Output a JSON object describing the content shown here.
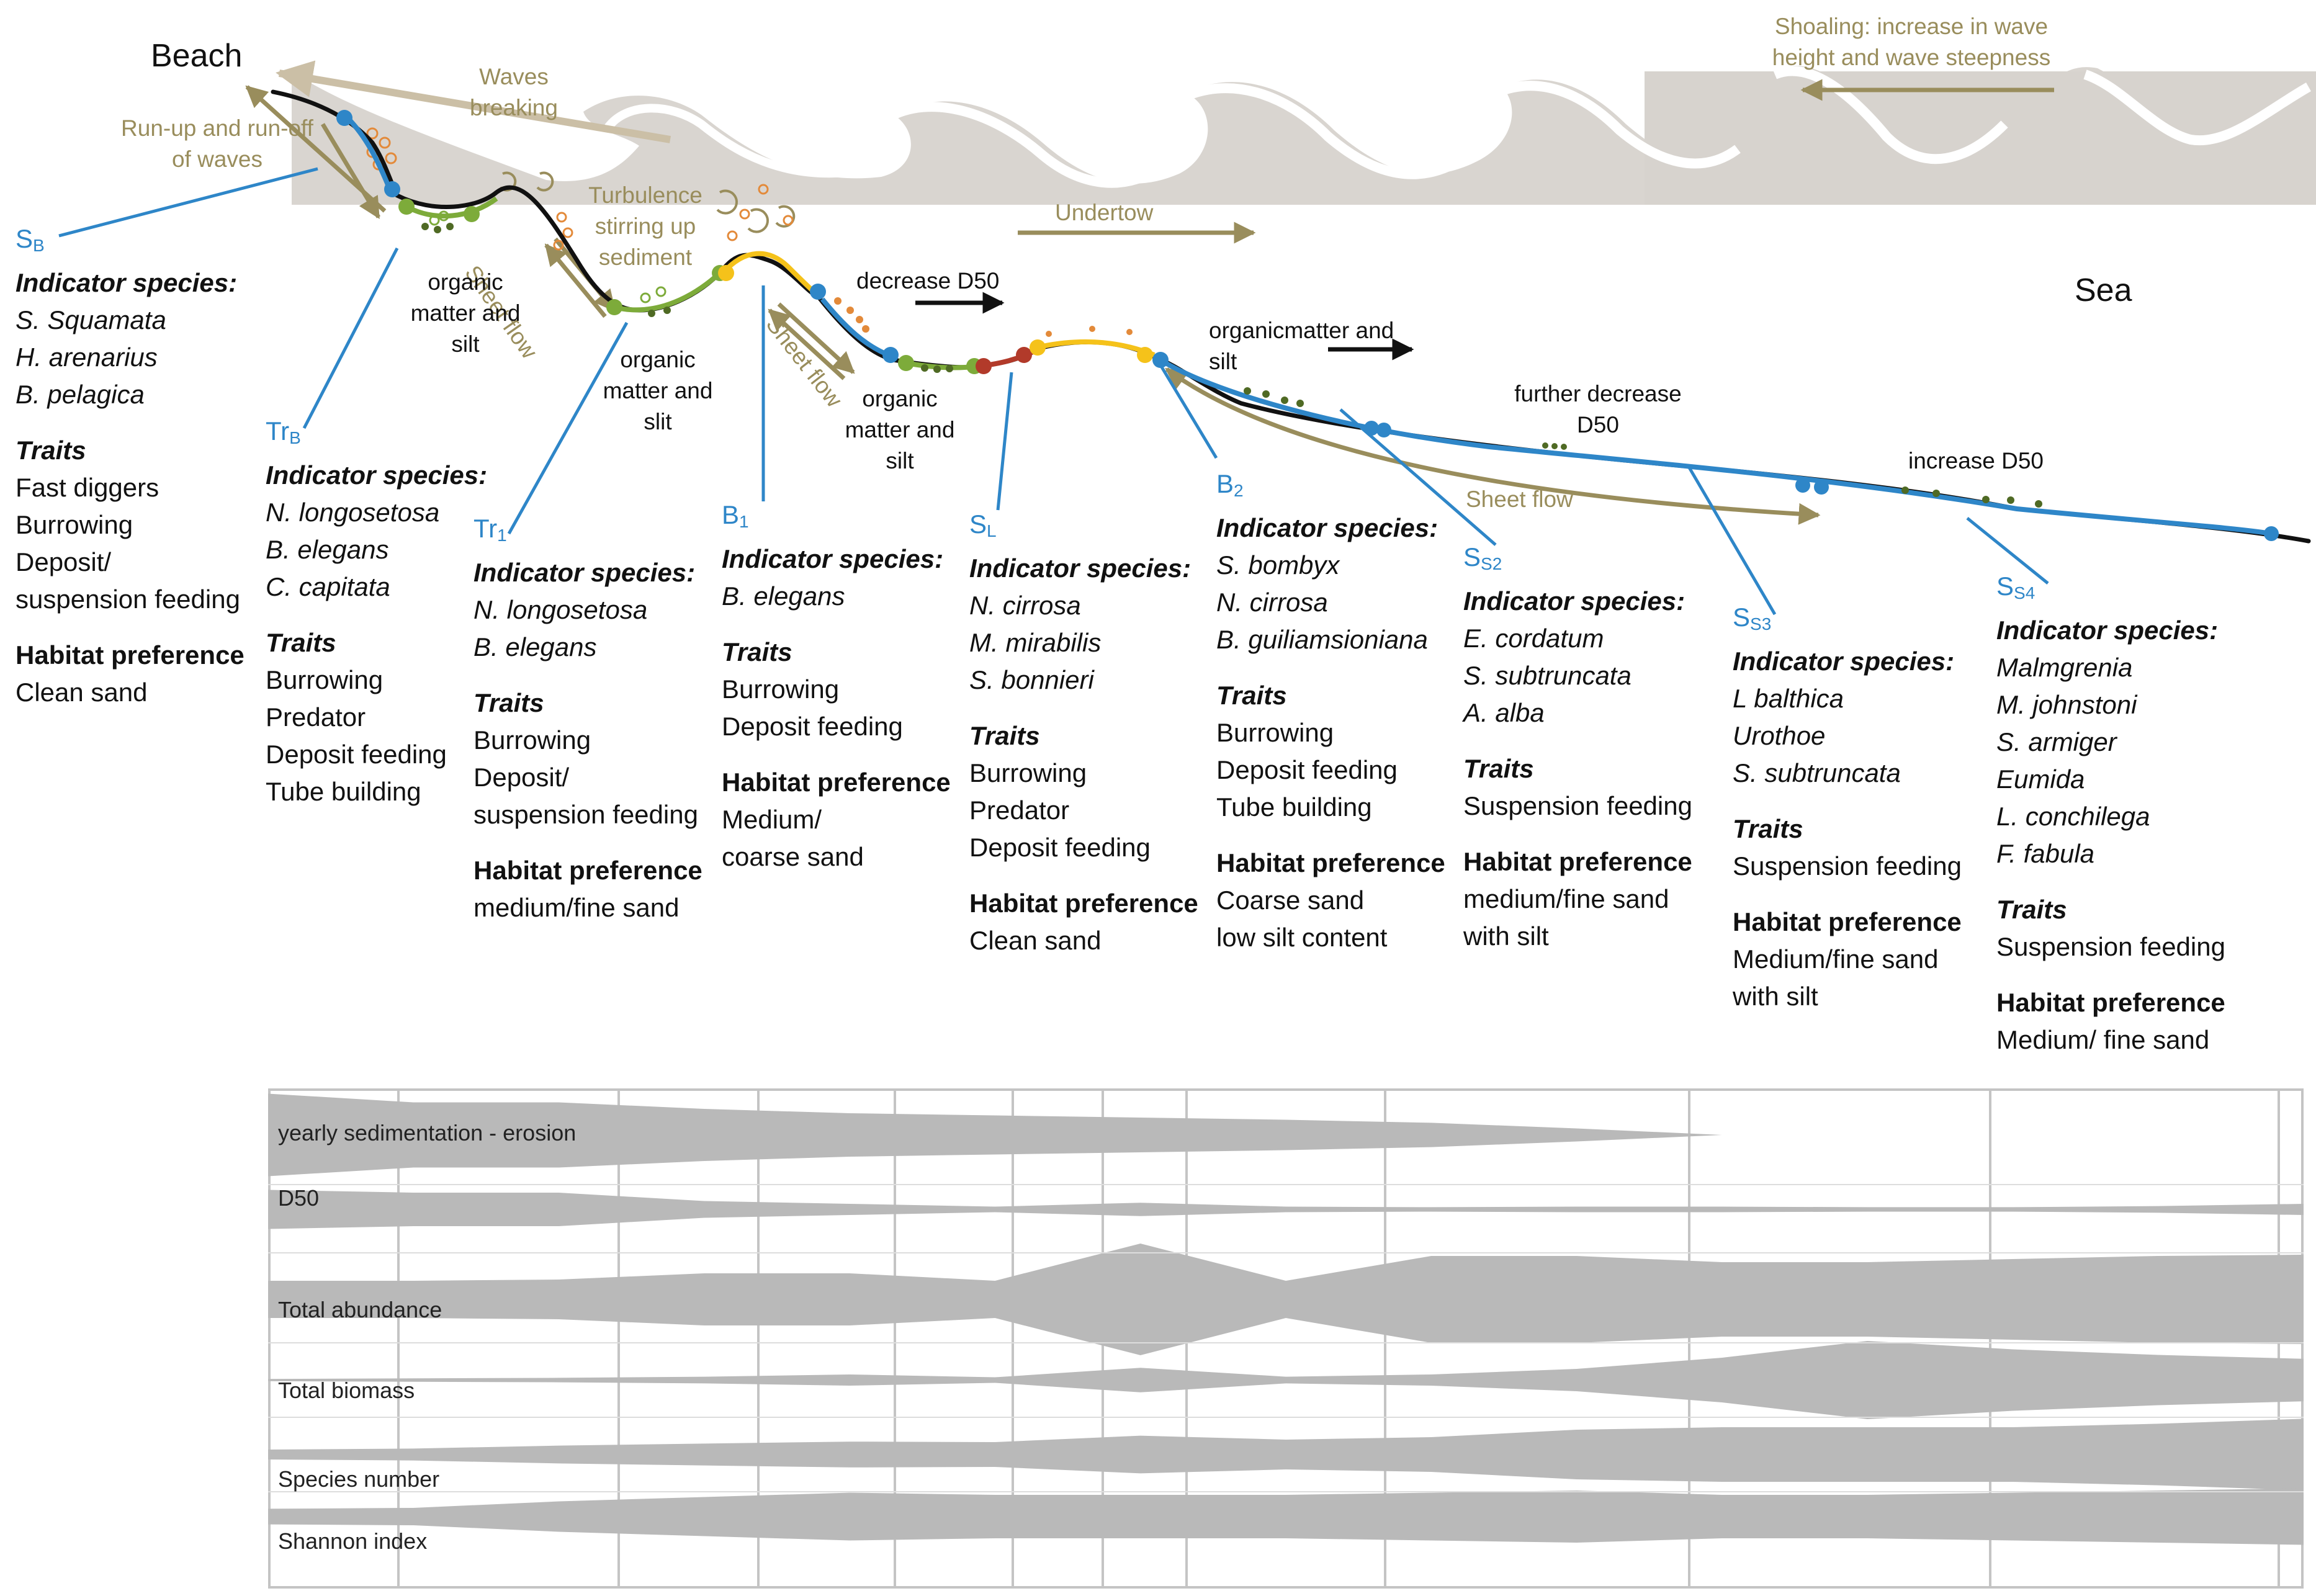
{
  "colors": {
    "tan": "#998d5c",
    "blue": "#2e86c8",
    "green": "#7dab3a",
    "yellow": "#f5c21a",
    "red": "#b23a2a",
    "wave_fill": "#d7d3ce",
    "band_fill": "#b9b9b9",
    "grid": "#c4c4c4"
  },
  "scene": {
    "beach": "Beach",
    "sea": "Sea",
    "waves_breaking": "Waves breaking",
    "run_up": "Run-up and run-off of waves",
    "shoaling": "Shoaling: increase in wave height and wave steepness",
    "turbulence": "Turbulence stirring up sediment",
    "undertow": "Undertow",
    "sheet_flow": "Sheet flow",
    "decrease_d50": "decrease D50",
    "organic_silt_1": "organic matter and silt",
    "organic_silt_2": "organic matter and slit",
    "organic_silt_3": "organic matter and silt",
    "organic_silt_4": "organicmatter and silt",
    "further_decrease": "further decrease D50",
    "increase_d50": "increase D50"
  },
  "zones": [
    {
      "code": "S",
      "sub": "B",
      "indicator_title": "Indicator species:",
      "species": [
        "S. Squamata",
        "H. arenarius",
        "B. pelagica"
      ],
      "traits_title": "Traits",
      "traits": [
        "Fast diggers",
        "Burrowing",
        "Deposit/",
        "suspension feeding"
      ],
      "habitat_title": "Habitat preference",
      "habitat": [
        "Clean sand"
      ]
    },
    {
      "code": "Tr",
      "sub": "B",
      "indicator_title": "Indicator species:",
      "species": [
        "N. longosetosa",
        "B. elegans",
        "C. capitata"
      ],
      "traits_title": "Traits",
      "traits": [
        "Burrowing",
        "Predator",
        "Deposit feeding",
        "Tube building"
      ],
      "habitat_title": "",
      "habitat": []
    },
    {
      "code": "Tr",
      "sub": "1",
      "indicator_title": "Indicator species:",
      "species": [
        "N. longosetosa",
        "B. elegans"
      ],
      "traits_title": "Traits",
      "traits": [
        "Burrowing",
        "Deposit/",
        "suspension feeding"
      ],
      "habitat_title": "Habitat preference",
      "habitat": [
        "medium/fine sand"
      ]
    },
    {
      "code": "B",
      "sub": "1",
      "indicator_title": "Indicator species:",
      "species": [
        "B. elegans"
      ],
      "traits_title": "Traits",
      "traits": [
        "Burrowing",
        "Deposit feeding"
      ],
      "habitat_title": "Habitat preference",
      "habitat": [
        "Medium/",
        "coarse sand"
      ]
    },
    {
      "code": "S",
      "sub": "L",
      "indicator_title": "Indicator species:",
      "species": [
        "N. cirrosa",
        "M. mirabilis",
        "S. bonnieri"
      ],
      "traits_title": "Traits",
      "traits": [
        "Burrowing",
        "Predator",
        "Deposit feeding"
      ],
      "habitat_title": "Habitat preference",
      "habitat": [
        "Clean sand"
      ]
    },
    {
      "code": "B",
      "sub": "2",
      "indicator_title": "Indicator species:",
      "species": [
        "S. bombyx",
        "N. cirrosa",
        "B. guiliamsioniana"
      ],
      "traits_title": "Traits",
      "traits": [
        "Burrowing",
        "Deposit feeding",
        "Tube building"
      ],
      "habitat_title": "Habitat preference",
      "habitat": [
        "Coarse sand",
        "low silt content"
      ]
    },
    {
      "code": "S",
      "sub": "S2",
      "indicator_title": "Indicator species:",
      "species": [
        "E. cordatum",
        "S. subtruncata",
        "A. alba"
      ],
      "traits_title": "Traits",
      "traits": [
        "Suspension feeding"
      ],
      "habitat_title": "Habitat preference",
      "habitat": [
        "medium/fine sand",
        "with silt"
      ]
    },
    {
      "code": "S",
      "sub": "S3",
      "indicator_title": "Indicator species:",
      "species": [
        "L balthica",
        "Urothoe",
        "S. subtruncata"
      ],
      "traits_title": "Traits",
      "traits": [
        "Suspension feeding"
      ],
      "habitat_title": "Habitat preference",
      "habitat": [
        "Medium/fine sand",
        "with silt"
      ]
    },
    {
      "code": "S",
      "sub": "S4",
      "indicator_title": "Indicator species:",
      "species": [
        "Malmgrenia",
        "M. johnstoni",
        "S. armiger",
        "Eumida",
        "L. conchilega",
        "F. fabula"
      ],
      "traits_title": "Traits",
      "traits": [
        "Suspension feeding"
      ],
      "habitat_title": "Habitat preference",
      "habitat": [
        "Medium/ fine sand"
      ]
    }
  ],
  "panel": {
    "rows": [
      {
        "label": "yearly sedimentation - erosion",
        "half": [
          0.95,
          0.75,
          0.75,
          0.6,
          0.5,
          0.45,
          0.4,
          0.35,
          0.28,
          0.15,
          0.0,
          0.0,
          0.0,
          0.0,
          0.0
        ]
      },
      {
        "label": "D50",
        "half": [
          0.35,
          0.3,
          0.3,
          0.15,
          0.1,
          0.05,
          0.12,
          0.05,
          0.04,
          0.05,
          0.05,
          0.04,
          0.04,
          0.06,
          0.1
        ]
      },
      {
        "label": "Total abundance",
        "half": [
          0.3,
          0.3,
          0.32,
          0.42,
          0.42,
          0.3,
          0.9,
          0.3,
          0.7,
          0.7,
          0.6,
          0.6,
          0.65,
          0.7,
          0.72
        ]
      },
      {
        "label": "Total biomass",
        "half": [
          0.02,
          0.03,
          0.04,
          0.06,
          0.1,
          0.05,
          0.22,
          0.06,
          0.1,
          0.2,
          0.4,
          0.7,
          0.55,
          0.45,
          0.38
        ]
      },
      {
        "label": "Species number",
        "half": [
          0.1,
          0.12,
          0.18,
          0.22,
          0.26,
          0.25,
          0.38,
          0.3,
          0.35,
          0.5,
          0.55,
          0.55,
          0.55,
          0.62,
          0.72
        ]
      },
      {
        "label": "Shannon index",
        "half": [
          0.18,
          0.2,
          0.35,
          0.45,
          0.55,
          0.5,
          0.5,
          0.5,
          0.55,
          0.6,
          0.5,
          0.5,
          0.55,
          0.6,
          0.65
        ]
      }
    ]
  }
}
